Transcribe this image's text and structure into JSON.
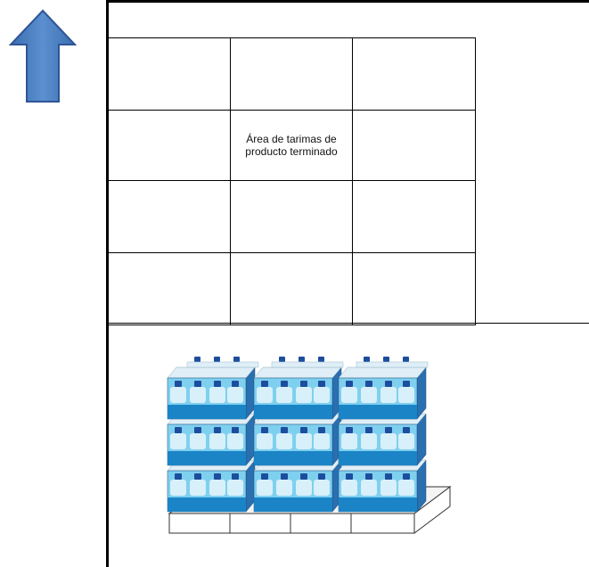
{
  "diagram": {
    "area_label": "Área de tarimas de producto terminado",
    "grid": {
      "rows": 4,
      "cols": 3
    },
    "icons": [
      "up-arrow-icon",
      "pallet-jugs-icon"
    ],
    "colors": {
      "arrow": "#4f81bd",
      "arrow_stroke": "#2f5597",
      "jug_blue": "#1b84c6",
      "jug_light": "#7fd0ef"
    }
  }
}
